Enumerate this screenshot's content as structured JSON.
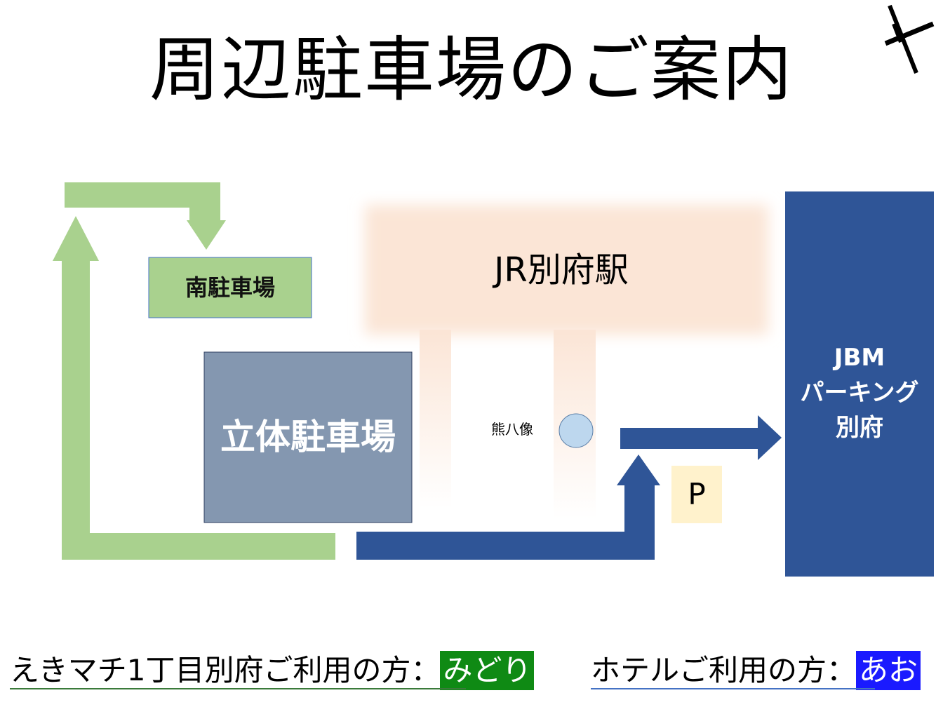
{
  "title": "周辺駐車場のご案内",
  "diagram": {
    "south_parking": "南駐車場",
    "multi_story_parking": "立体駐車場",
    "station": "JR別府駅",
    "statue": "熊八像",
    "p_mark": "P",
    "jbm_parking": [
      "JBM",
      "パーキング",
      "別府"
    ]
  },
  "legend": {
    "ekimachi_text": "えきマチ1丁目別府ご利用の方：",
    "ekimachi_color_label": "みどり",
    "hotel_text": "ホテルご利用の方：",
    "hotel_color_label": "あお"
  },
  "colors": {
    "green_route": "#a9d18e",
    "blue_route": "#2f5597",
    "south_parking_fill": "#a9d18e",
    "multi_story_fill": "#8497b0",
    "station_fill": "#fbe5d6",
    "statue_fill": "#bdd7ee",
    "p_fill": "#fff2cc",
    "jbm_fill": "#2f5597"
  },
  "icons": {
    "north": "north-arrow-icon"
  }
}
